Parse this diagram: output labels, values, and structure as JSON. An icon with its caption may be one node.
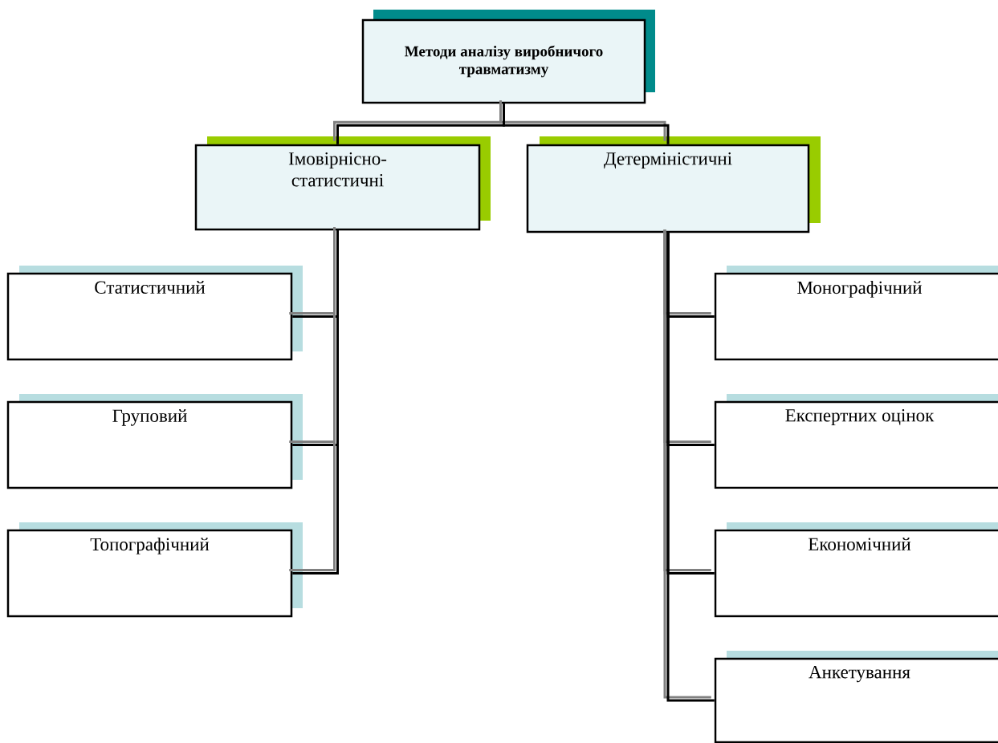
{
  "diagram": {
    "nodes": [
      {
        "text": [
          "Методи аналізу виробничого травматизму"
        ]
      },
      {
        "text": [
          "Імовірнісно-статистичні"
        ]
      },
      {
        "text": [
          "Детерміністичні"
        ]
      },
      {
        "text": [
          "Статистичний"
        ]
      },
      {
        "text": [
          "Груповий"
        ]
      },
      {
        "text": [
          "Топографічний"
        ]
      },
      {
        "text": [
          "Монографічний"
        ]
      },
      {
        "text": [
          "Експертних оцінок"
        ]
      },
      {
        "text": [
          "Економічний"
        ]
      },
      {
        "text": [
          "Анкетування"
        ]
      }
    ],
    "edges": [
      {
        "from": 0,
        "to": 1,
        "arrow": "none"
      },
      {
        "from": 0,
        "to": 2,
        "arrow": "none"
      },
      {
        "from": 1,
        "to": 3,
        "arrow": "none"
      },
      {
        "from": 1,
        "to": 4,
        "arrow": "none"
      },
      {
        "from": 1,
        "to": 5,
        "arrow": "none"
      },
      {
        "from": 2,
        "to": 6,
        "arrow": "none"
      },
      {
        "from": 2,
        "to": 7,
        "arrow": "none"
      },
      {
        "from": 2,
        "to": 8,
        "arrow": "none"
      },
      {
        "from": 2,
        "to": 9,
        "arrow": "none"
      }
    ]
  }
}
